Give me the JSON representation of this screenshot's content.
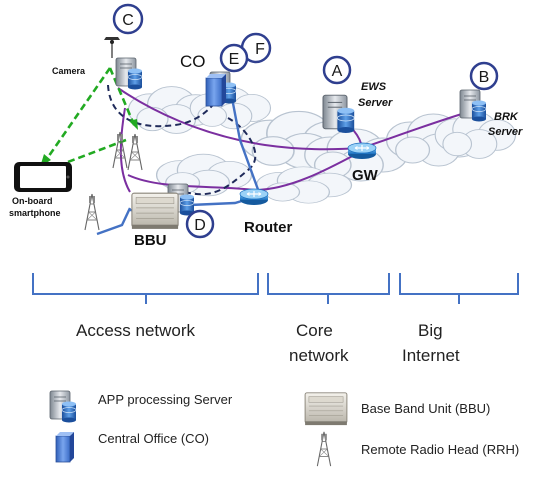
{
  "badges": {
    "a": "A",
    "b": "B",
    "c": "C",
    "d": "D",
    "e": "E",
    "f": "F"
  },
  "labels": {
    "co": "CO",
    "camera": "Camera",
    "ews_server_1": "EWS",
    "ews_server_2": "Server",
    "brk_server_1": "BRK",
    "brk_server_2": "Server",
    "gw": "GW",
    "router": "Router",
    "bbu": "BBU",
    "smartphone_1": "On-board",
    "smartphone_2": "smartphone"
  },
  "segments": {
    "access": "Access network",
    "core_1": "Core",
    "core_2": "network",
    "internet_1": "Big",
    "internet_2": "Internet"
  },
  "legend": {
    "app_server": "APP processing Server",
    "central_office": "Central Office (CO)",
    "bbu": "Base Band Unit (BBU)",
    "rrh": "Remote  Radio Head (RRH)"
  },
  "colors": {
    "badge_stroke": "#2f3f8f",
    "fiber_purple": "#7b2fa0",
    "dashed_navy": "#1f2a5a",
    "wireless_green": "#22aa22",
    "bracket_blue": "#4472c4",
    "network_blue": "#1e73d8",
    "cloud_fill": "#f3f6fa",
    "cloud_stroke": "#b8c3d0"
  }
}
